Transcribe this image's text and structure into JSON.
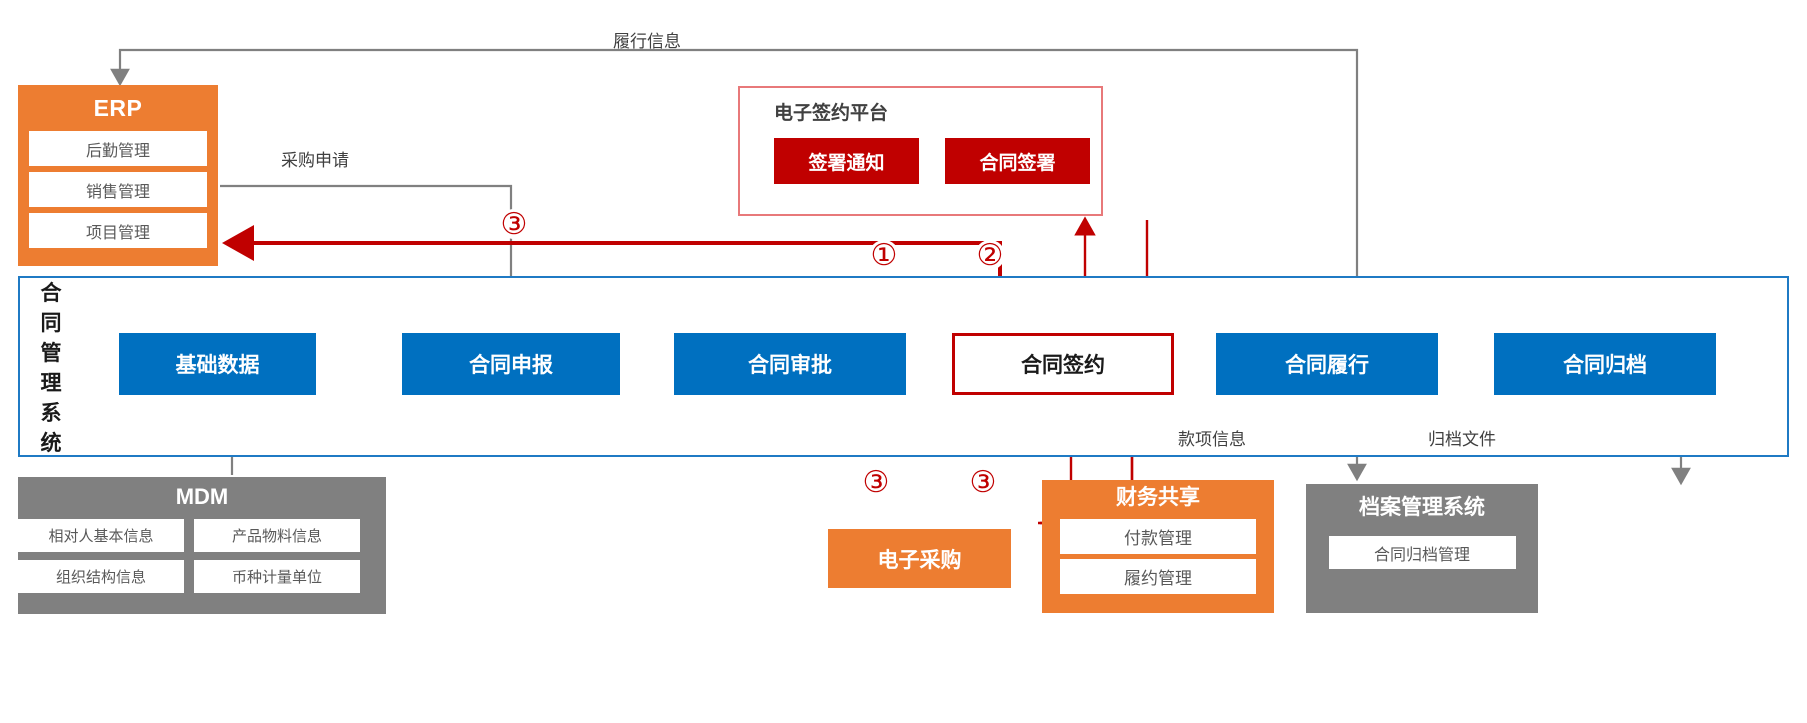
{
  "erp": {
    "title": "ERP",
    "items": [
      "后勤管理",
      "销售管理",
      "项目管理"
    ]
  },
  "esign": {
    "title": "电子签约平台",
    "buttons": [
      "签署通知",
      "合同签署"
    ]
  },
  "cms": {
    "vertical_label": [
      "合",
      "同",
      "管",
      "理",
      "系",
      "统"
    ],
    "boxes": [
      {
        "label": "基础数据",
        "style": "filled"
      },
      {
        "label": "合同申报",
        "style": "filled"
      },
      {
        "label": "合同审批",
        "style": "filled"
      },
      {
        "label": "合同签约",
        "style": "outlined-red"
      },
      {
        "label": "合同履行",
        "style": "filled"
      },
      {
        "label": "合同归档",
        "style": "filled"
      }
    ]
  },
  "mdm": {
    "title": "MDM",
    "items": [
      "相对人基本信息",
      "产品物料信息",
      "组织结构信息",
      "币种计量单位"
    ]
  },
  "eproc": {
    "title": "电子采购"
  },
  "finance": {
    "title": "财务共享",
    "items": [
      "付款管理",
      "履约管理"
    ]
  },
  "archive": {
    "title": "档案管理系统",
    "items": [
      "合同归档管理"
    ]
  },
  "edge_labels": {
    "fulfillment_info": "履行信息",
    "purchase_request": "采购申请",
    "payment_info": "款项信息",
    "archive_file": "归档文件"
  },
  "steps": {
    "one": "①",
    "two": "②",
    "three_a": "③",
    "three_b": "③",
    "three_c": "③"
  },
  "colors": {
    "orange": "#ED7D31",
    "blue": "#0070C0",
    "blue_frame": "#1F7AC4",
    "red": "#C00000",
    "red_light": "#E8797A",
    "gray": "#808080",
    "connector_gray": "#808080"
  }
}
